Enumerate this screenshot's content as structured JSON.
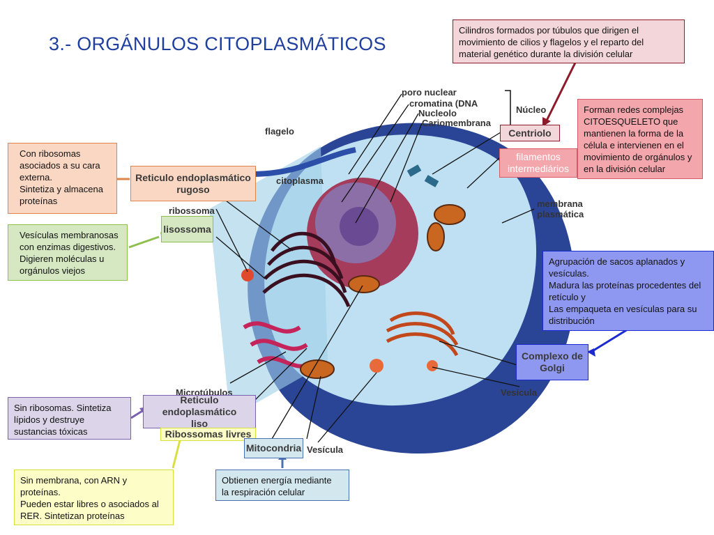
{
  "title": "3.- ORGÁNULOS CITOPLASMÁTICOS",
  "notes": {
    "centriolo": "Cilindros formados por túbulos que dirigen el movimiento de cilios y flagelos y el reparto del material genético durante la división celular",
    "filamentos": "Forman redes complejas CITOESQUELETO que mantienen la forma de la célula e intervienen en el movimiento de orgánulos y en la división celular",
    "rer": "Con ribosomas\nasociados a su cara externa.\nSintetiza y almacena proteínas",
    "lisosoma": "Vesículas membranosas con enzimas digestivos.\nDigieren moléculas u\n orgánulos viejos",
    "golgi": "Agrupación de sacos aplanados  y vesículas.\nMadura las proteínas procedentes del retículo y\nLas empaqueta en vesículas para su distribución",
    "rel": "Sin ribosomas. Sintetiza lípidos  y destruye\n sustancias tóxicas",
    "ribosomas": "Sin membrana, con ARN y proteínas.\nPueden estar libres o asociados al RER. Sintetizan proteínas",
    "mitocondria": "Obtienen energía mediante\n la respiración celular"
  },
  "tags": {
    "centriolo": "Centriolo",
    "filamentos": "filamentos\nintermediários",
    "rer": "Reticulo endoplasmático\nrugoso",
    "lisosoma": "lisossoma",
    "golgi": "Complexo de\nGolgi",
    "rel": "Reticulo endoplasmático\nliso",
    "ribosomas": "Ribossomas livres",
    "mitocondria": "Mitocondria"
  },
  "labels": {
    "poro": "poro nuclear",
    "cromatina": "cromatina (DNA",
    "nucleolo": "Nucleolo",
    "cariomembrana": "Cariomembrana",
    "nucleo": "Núcleo",
    "flagelo": "flagelo",
    "citoplasma": "citoplasma",
    "ribossoma": "ribossoma",
    "membrana": "membrana\nplasmática",
    "microtubulos": "Microtúbulos",
    "vesicula1": "Vesícula",
    "vesicula2": "Vesícula"
  },
  "colors": {
    "title": "#1f3f9f",
    "centriolo_box": "#f2d6da",
    "filamentos_box": "#f4a6ad",
    "rer_box": "#fad7c3",
    "lisosoma_box": "#d5e8c2",
    "golgi_box": "#8f98f0",
    "rel_box": "#dcd4e8",
    "ribosomas_box": "#fdfdc8",
    "mitocondria_box": "#d3e7ee"
  }
}
